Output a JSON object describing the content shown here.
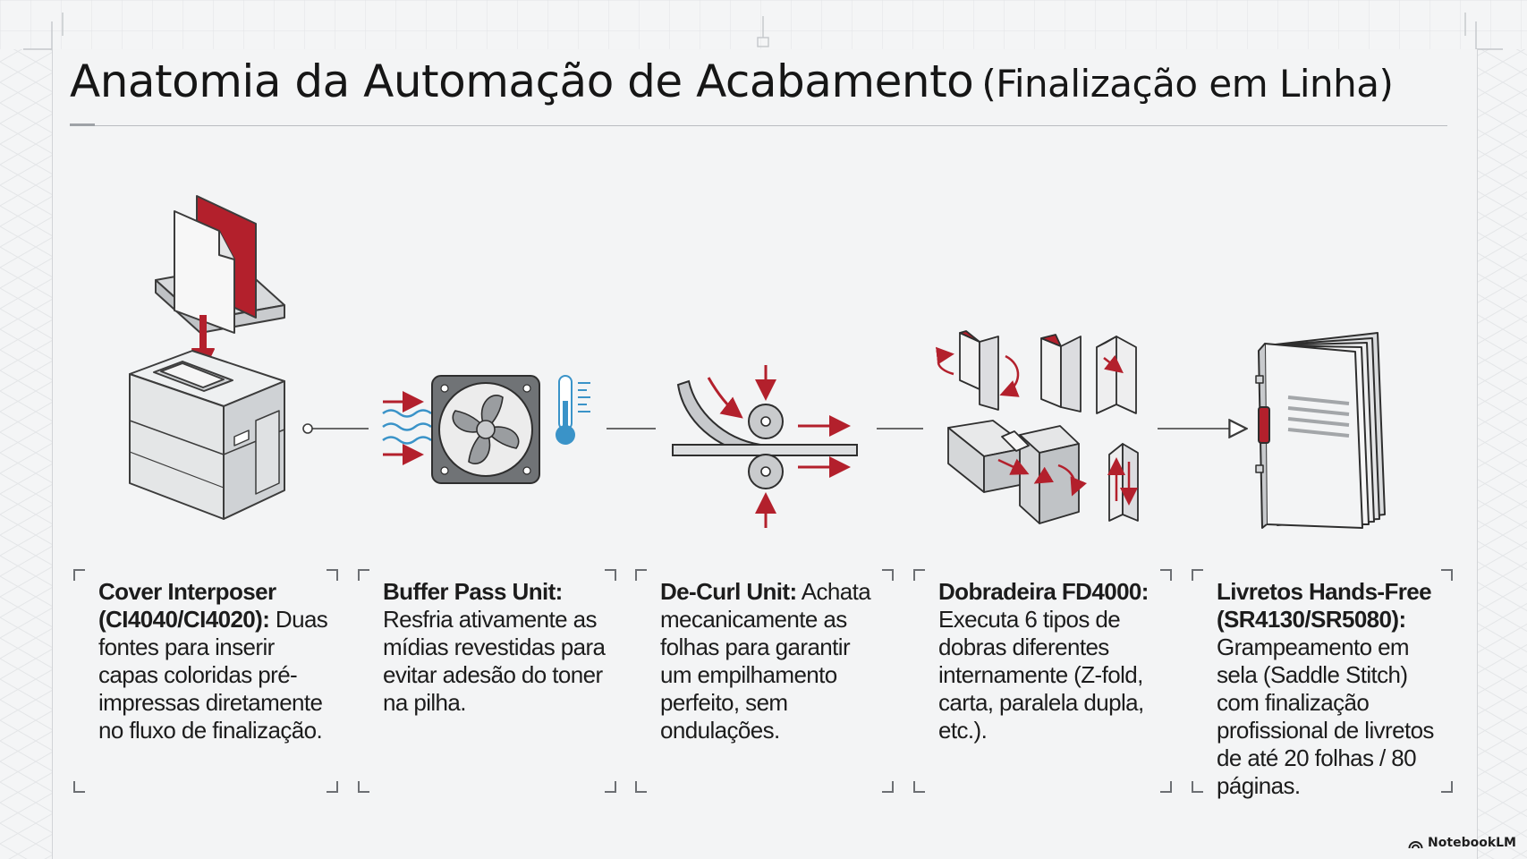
{
  "title": {
    "main": "Anatomia da Automação de Acabamento",
    "sub": "(Finalização em Linha)"
  },
  "stages": [
    {
      "id": "cover-interposer",
      "icon": "printer-with-sheets-icon",
      "title": "Cover Interposer (CI4040/CI4020):",
      "description": "Duas fontes para inserir capas coloridas pré-impressas diretamente no fluxo de finalização."
    },
    {
      "id": "buffer-pass-unit",
      "icon": "cooling-fan-thermometer-icon",
      "title": "Buffer Pass Unit:",
      "description": "Resfria ativamente as mídias revestidas para evitar adesão do toner na pilha."
    },
    {
      "id": "de-curl-unit",
      "icon": "decurl-rollers-icon",
      "title": "De-Curl Unit:",
      "description": "Achata mecanicamente as folhas para garantir um empilhamento perfeito, sem ondulações."
    },
    {
      "id": "dobradeira-fd4000",
      "icon": "folding-unit-icon",
      "title": "Dobradeira FD4000:",
      "description": "Executa 6 tipos de dobras diferentes internamente (Z-fold, carta, paralela dupla, etc.)."
    },
    {
      "id": "livretos-hands-free",
      "icon": "saddle-stitched-booklet-icon",
      "title": "Livretos Hands-Free (SR4130/SR5080):",
      "description": "Grampeamento em sela (Saddle Stitch) com finalização profissional de livretos de até 20 folhas / 80 páginas."
    }
  ],
  "badge": {
    "icon": "notebooklm-logo-icon",
    "label": "NotebookLM"
  },
  "colors": {
    "accent_red": "#b3202c",
    "accent_blue": "#3a93c8",
    "line": "#3a3a3a",
    "machine_fill": "#e9eaeb"
  }
}
